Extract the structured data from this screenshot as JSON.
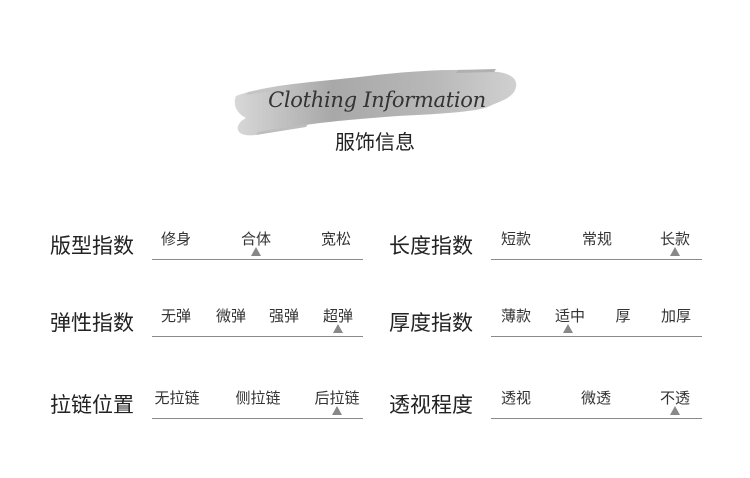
{
  "header": {
    "en_title": "Clothing Information",
    "zh_title": "服饰信息"
  },
  "rows": [
    {
      "label": "版型指数",
      "options": [
        "修身",
        "合体",
        "宽松"
      ],
      "selected_index": 1
    },
    {
      "label": "长度指数",
      "options": [
        "短款",
        "常规",
        "长款"
      ],
      "selected_index": 2
    },
    {
      "label": "弹性指数",
      "options": [
        "无弹",
        "微弹",
        "强弹",
        "超弹"
      ],
      "selected_index": 3
    },
    {
      "label": "厚度指数",
      "options": [
        "薄款",
        "适中",
        "厚",
        "加厚"
      ],
      "selected_index": 1
    },
    {
      "label": "拉链位置",
      "options": [
        "无拉链",
        "侧拉链",
        "后拉链"
      ],
      "selected_index": 2
    },
    {
      "label": "透视程度",
      "options": [
        "透视",
        "微透",
        "不透"
      ],
      "selected_index": 2
    }
  ],
  "colors": {
    "brush": "#9a9a9a",
    "marker": "#888888",
    "line": "#8a8a8a"
  },
  "icons": {
    "marker": "triangle-up-icon",
    "brush": "brush-stroke-icon"
  }
}
